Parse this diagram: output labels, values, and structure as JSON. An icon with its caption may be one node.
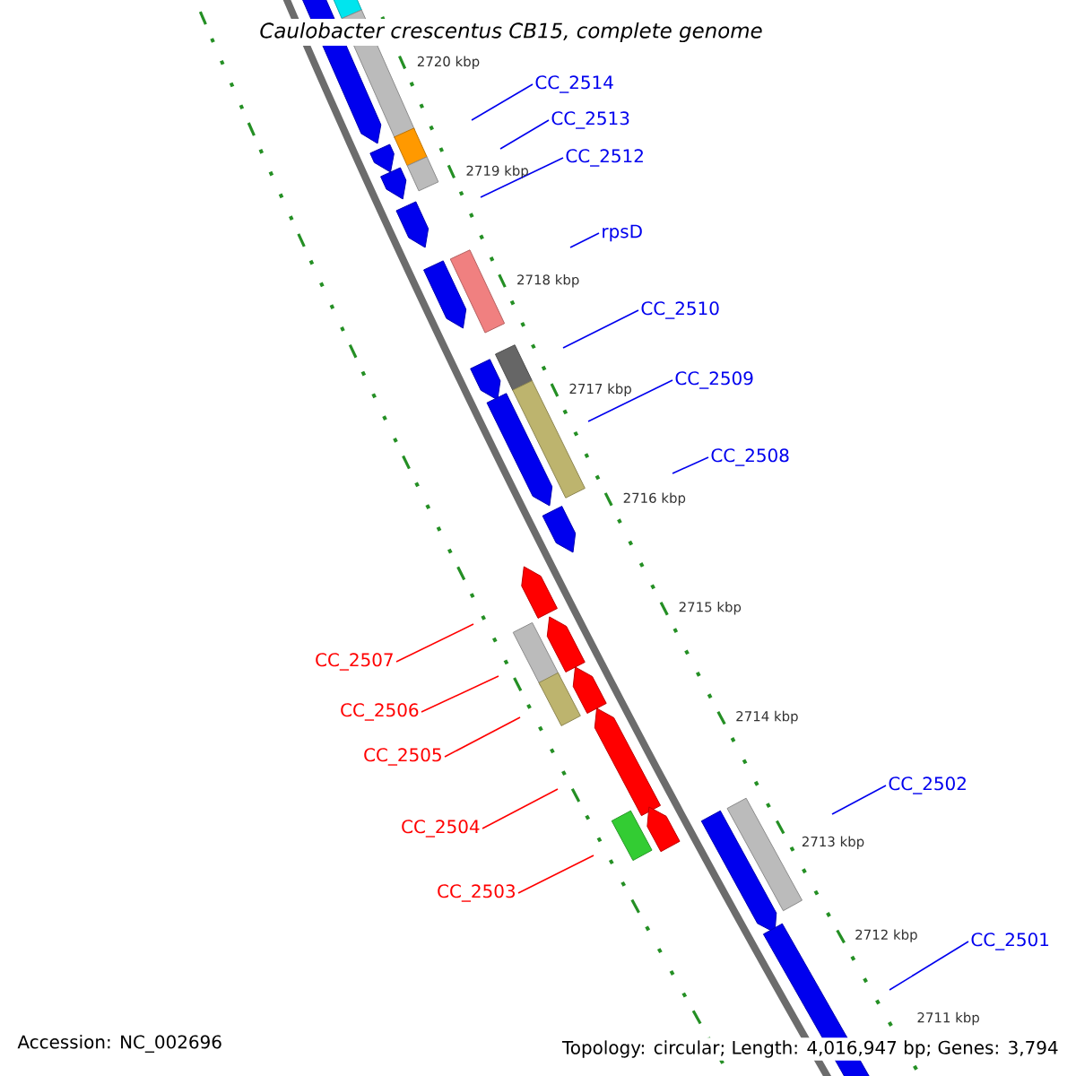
{
  "diagram": {
    "title": "Caulobacter crescentus CB15, complete genome",
    "nodes": [
      {
        "text": [
          "CC_2514"
        ]
      },
      {
        "text": [
          "CC_2513"
        ]
      },
      {
        "text": [
          "CC_2512"
        ]
      },
      {
        "text": [
          "rpsD"
        ]
      },
      {
        "text": [
          "CC_2510"
        ]
      },
      {
        "text": [
          "CC_2509"
        ]
      },
      {
        "text": [
          "CC_2508"
        ]
      },
      {
        "text": [
          "CC_2507"
        ]
      },
      {
        "text": [
          "CC_2506"
        ]
      },
      {
        "text": [
          "CC_2505"
        ]
      },
      {
        "text": [
          "CC_2502"
        ]
      },
      {
        "text": [
          "CC_2504"
        ]
      },
      {
        "text": [
          "CC_2503"
        ]
      },
      {
        "text": [
          "CC_2501"
        ]
      }
    ],
    "edges": [
      {
        "from": 0,
        "to": null,
        "arrow": "none"
      },
      {
        "from": 1,
        "to": null,
        "arrow": "none"
      },
      {
        "from": 2,
        "to": null,
        "arrow": "none"
      },
      {
        "from": 3,
        "to": null,
        "arrow": "none"
      },
      {
        "from": 4,
        "to": null,
        "arrow": "none"
      },
      {
        "from": 5,
        "to": null,
        "arrow": "none"
      },
      {
        "from": 6,
        "to": null,
        "arrow": "none"
      },
      {
        "from": 7,
        "to": null,
        "arrow": "none",
        "color": "#ff0000"
      },
      {
        "from": 8,
        "to": null,
        "arrow": "none",
        "color": "#ff0000"
      },
      {
        "from": 9,
        "to": null,
        "arrow": "none",
        "color": "#ff0000"
      },
      {
        "from": 10,
        "to": null,
        "arrow": "none"
      },
      {
        "from": 11,
        "to": null,
        "arrow": "none",
        "color": "#ff0000"
      },
      {
        "from": 12,
        "to": null,
        "arrow": "none",
        "color": "#ff0000"
      },
      {
        "from": 13,
        "to": null,
        "arrow": "none"
      }
    ],
    "labels": [
      "2720 kbp",
      "2719 kbp",
      "2718 kbp",
      "2717 kbp",
      "2716 kbp",
      "2715 kbp",
      "2714 kbp",
      "2713 kbp",
      "2712 kbp",
      "2711 kbp",
      "Accession: NC_002696",
      "Topology: circular; Length: 4,016,947 bp; Genes: 3,794"
    ]
  }
}
